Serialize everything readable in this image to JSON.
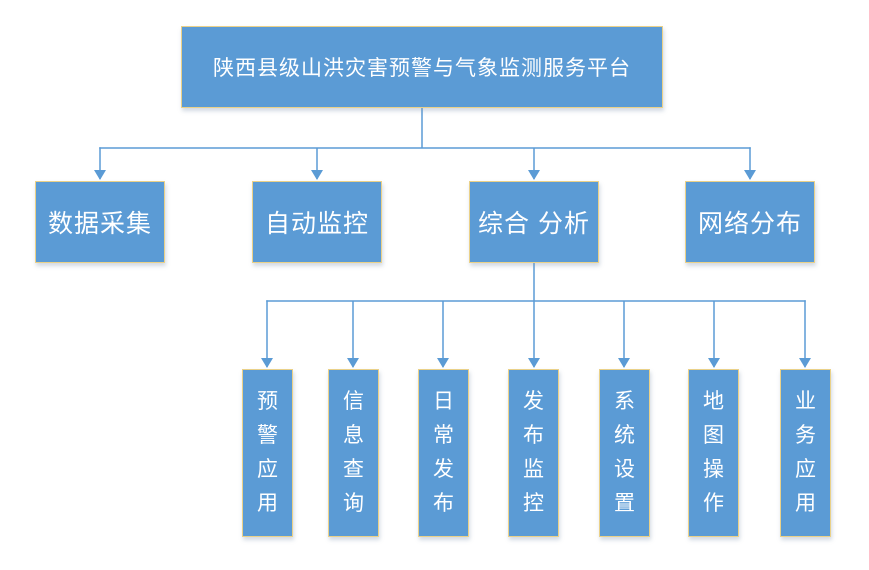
{
  "diagram": {
    "title": "陕西县级山洪灾害预警与气象监测服务平台",
    "root": {
      "id": "platform-root",
      "label": "陕西县级山洪灾害预警与气象监测服务平台"
    },
    "branches": [
      {
        "id": "data-collection",
        "label": "数据采集",
        "children": []
      },
      {
        "id": "auto-monitoring",
        "label": "自动监控",
        "children": []
      },
      {
        "id": "comprehensive-analysis",
        "label": "综合 分析",
        "children": [
          {
            "id": "warning-application",
            "label": "预警应用"
          },
          {
            "id": "info-query",
            "label": "信息查询"
          },
          {
            "id": "daily-release",
            "label": "日常发布"
          },
          {
            "id": "release-monitoring",
            "label": "发布监控"
          },
          {
            "id": "system-settings",
            "label": "系统设置"
          },
          {
            "id": "map-operation",
            "label": "地图操作"
          },
          {
            "id": "business-application",
            "label": "业务应用"
          }
        ]
      },
      {
        "id": "network-distribution",
        "label": "网络分布",
        "children": []
      }
    ],
    "colors": {
      "node_fill": "#5B9BD5",
      "node_border": "#EAD189",
      "node_text": "#FFFFFF",
      "connector": "#5B9BD5",
      "background": "#FFFFFF"
    }
  }
}
